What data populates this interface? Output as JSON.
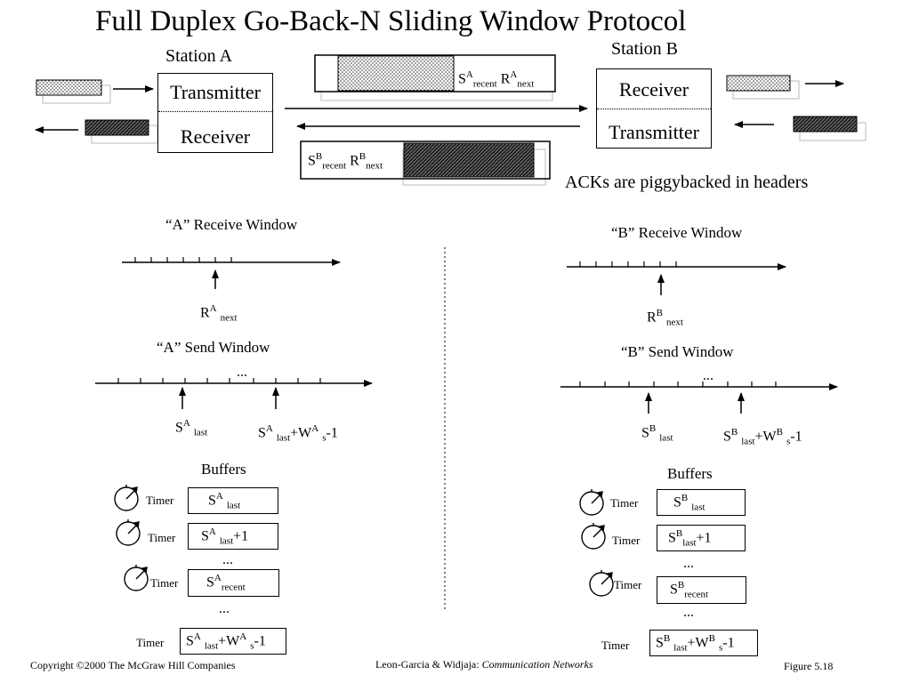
{
  "title": "Full Duplex Go-Back-N Sliding Window Protocol",
  "station_a": {
    "name": "Station A",
    "transmitter": "Transmitter",
    "receiver": "Receiver"
  },
  "station_b": {
    "name": "Station B",
    "receiver": "Receiver",
    "transmitter": "Transmitter"
  },
  "frame_a_to_b": {
    "s": "S",
    "s_sup": "A",
    "s_sub": "recent",
    "r": "R",
    "r_sup": "A",
    "r_sub": "next"
  },
  "frame_b_to_a": {
    "s": "S",
    "s_sup": "B",
    "s_sub": "recent",
    "r": "R",
    "r_sup": "B",
    "r_sub": "next"
  },
  "ack_note": "ACKs are piggybacked in headers",
  "a_side": {
    "receive_window_title": "“A” Receive Window",
    "receive_pointer": {
      "base": "R",
      "sup": "A",
      "sub": "next"
    },
    "send_window_title": "“A” Send Window",
    "send_ellipsis": "...",
    "send_pointer_1": {
      "base": "S",
      "sup": "A",
      "sub": "last"
    },
    "send_pointer_2": {
      "base": "S",
      "sup": "A",
      "sub": "last",
      "mid": "+W",
      "sup2": "A",
      "sub2": "s",
      "tail": "-1"
    },
    "buffers_title": "Buffers",
    "timer_label": "Timer",
    "buffers": [
      {
        "base": "S",
        "sup": "A",
        "sub": "last",
        "tail": ""
      },
      {
        "base": "S",
        "sup": "A",
        "sub": "last",
        "tail": "+1"
      },
      {
        "base": "S",
        "sup": "A",
        "sub": "recent",
        "tail": ""
      },
      {
        "base": "S",
        "sup": "A",
        "sub": "last",
        "tail": "+W",
        "sup2": "A",
        "sub2": "s",
        "tail2": "-1"
      }
    ],
    "buffer_ellipsis": "..."
  },
  "b_side": {
    "receive_window_title": "“B” Receive Window",
    "receive_pointer": {
      "base": "R",
      "sup": "B",
      "sub": "next"
    },
    "send_window_title": "“B” Send Window",
    "send_ellipsis": "...",
    "send_pointer_1": {
      "base": "S",
      "sup": "B",
      "sub": "last"
    },
    "send_pointer_2": {
      "base": "S",
      "sup": "B",
      "sub": "last",
      "mid": "+W",
      "sup2": "B",
      "sub2": "s",
      "tail": "-1"
    },
    "buffers_title": "Buffers",
    "timer_label": "Timer",
    "buffers": [
      {
        "base": "S",
        "sup": "B",
        "sub": "last",
        "tail": ""
      },
      {
        "base": "S",
        "sup": "B",
        "sub": "last",
        "tail": "+1"
      },
      {
        "base": "S",
        "sup": "B",
        "sub": "recent",
        "tail": ""
      },
      {
        "base": "S",
        "sup": "B",
        "sub": "last",
        "tail": "+W",
        "sup2": "B",
        "sub2": "s",
        "tail2": "-1"
      }
    ],
    "buffer_ellipsis": "..."
  },
  "footer": {
    "copyright": "Copyright ©2000 The McGraw Hill Companies",
    "authors": "Leon-Garcia & Widjaja:",
    "book": "Communication Networks",
    "figure": "Figure 5.18"
  }
}
